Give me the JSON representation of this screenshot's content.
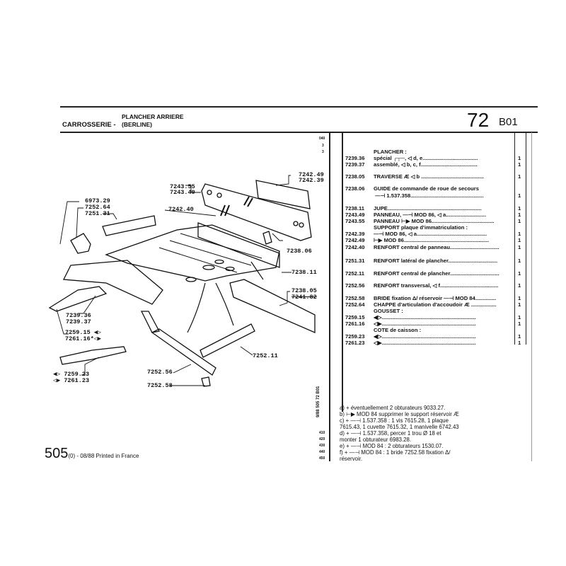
{
  "header": {
    "section": "CARROSSERIE -",
    "title_line1": "PLANCHER ARRIERE",
    "title_line2": "(BERLINE)",
    "page_number": "72",
    "page_code": "B01"
  },
  "margin_numbers_top": [
    "040",
    "3",
    "3"
  ],
  "margin_numbers_bottom": [
    "410",
    "420",
    "430",
    "440",
    "450"
  ],
  "margin_vertical_text": "9/88 505 72 B01",
  "parts_list": [
    {
      "ref": "",
      "desc": "PLANCHER :",
      "qty": ""
    },
    {
      "ref": "7239.36",
      "desc": "spécial ┌┬─, ◁ d, e.....................................",
      "qty": "1"
    },
    {
      "ref": "7239.37",
      "desc": "assemblé, ◁ b, c, f......................................",
      "qty": "1"
    },
    {
      "ref": "7238.05",
      "desc": "TRAVERSE Æ  ◁ b ..........................................",
      "qty": "1"
    },
    {
      "ref": "7238.06",
      "desc": "GUIDE de commande de roue de secours",
      "qty": ""
    },
    {
      "ref": "",
      "desc": "  —⊣ 1.537.358.................................................",
      "qty": "1"
    },
    {
      "ref": "7238.11",
      "desc": "JUPE...............................................................",
      "qty": "1"
    },
    {
      "ref": "7243.49",
      "desc": "PANNEAU, —⊣ MOD 86, ◁ a...........................",
      "qty": "1"
    },
    {
      "ref": "7243.55",
      "desc": "PANNEAU ⊢▶ MOD 86..........................................",
      "qty": "1"
    },
    {
      "ref": "",
      "desc": "SUPPORT plaque d'immatriculation :",
      "qty": ""
    },
    {
      "ref": "7242.39",
      "desc": "—⊣ MOD 86, ◁ a...............................................",
      "qty": "1"
    },
    {
      "ref": "7242.49",
      "desc": "⊢▶ MOD 86.........................................................",
      "qty": "1"
    },
    {
      "ref": "7242.40",
      "desc": "RENFORT central de panneau.................................",
      "qty": "1"
    },
    {
      "ref": "7251.31",
      "desc": "RENFORT latéral de plancher.................................",
      "qty": "1"
    },
    {
      "ref": "7252.11",
      "desc": "RENFORT central de plancher.................................",
      "qty": "1"
    },
    {
      "ref": "7252.56",
      "desc": "RENFORT transversal, ◁ f.......................................",
      "qty": "1"
    },
    {
      "ref": "7252.58",
      "desc": "BRIDE fixation Δ/ réservoir —⊣ MOD 84..............",
      "qty": "1"
    },
    {
      "ref": "7252.64",
      "desc": "CHAPPE d'articulation d'accoudoir Æ .................",
      "qty": "1"
    },
    {
      "ref": "",
      "desc": "GOUSSET :",
      "qty": ""
    },
    {
      "ref": "7259.15",
      "desc": "◀▷...............................................................",
      "qty": "1"
    },
    {
      "ref": "7261.16",
      "desc": "◁▶...............................................................",
      "qty": "1"
    },
    {
      "ref": "",
      "desc": "COTE de caisson :",
      "qty": ""
    },
    {
      "ref": "7259.23",
      "desc": "◀▷...............................................................",
      "qty": "1"
    },
    {
      "ref": "7261.23",
      "desc": "◁▶...............................................................",
      "qty": "1"
    }
  ],
  "notes": [
    "a)  +  éventuellement 2 obturateurs 9033.27.",
    "b)  ⊢▶  MOD 84 supprimer le support réservoir  Æ",
    "c)  +  —⊣ 1.537.358 : 1 vis 7615.28, 1 plaque",
    "   7615.43, 1 cuvette 7615.32, 1 manivelle 6742.43",
    "d)  +  —⊣ 1.537.358, percer 1 trou  Ø  18 et",
    "   monter 1 obturateur 6983.28.",
    "e)  +  —⊣ MOD 84 : 2 obturateurs 1530.07.",
    "f)  +  —⊣ MOD 84 : 1 bride 7252.58 fixation  Δ/",
    "   réservoir."
  ],
  "diagram_labels": {
    "l6973_29": "6973.29",
    "l7252_64": "7252.64",
    "l7251_31": "7251.31",
    "l7243_55": "7243.55",
    "l7243_49": "7243.49",
    "l7242_40": "7242.40",
    "l7242_49": "7242.49",
    "l7242_39": "7242.39",
    "l7238_06": "7238.06",
    "l7238_11": "7238.11",
    "l7238_05": "7238.05",
    "l7241_82": "7241.82",
    "l7239_36": "7239.36",
    "l7239_37": "7239.37",
    "l7259_15": "7259.15 ◀▷",
    "l7261_16": "7261.16*◁▶",
    "l7259_23": "◀▷ 7259.23",
    "l7261_23": "◁▶ 7261.23",
    "l7252_56": "7252.56",
    "l7252_58": "7252.58",
    "l7252_11": "7252.11"
  },
  "footer": {
    "model": "505",
    "suffix": "(0) - 08/88 Printed in France"
  }
}
